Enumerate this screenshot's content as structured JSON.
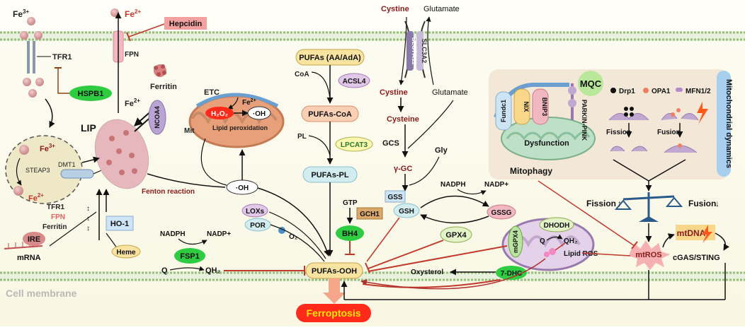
{
  "fe3": "Fe",
  "fe3_sup": "3+",
  "fe2_top": "Fe",
  "fe2_sup": "2+",
  "hepcidin": "Hepcidin",
  "fpn": "FPN",
  "tfr1": "TFR1",
  "hspb1": "HSPB1",
  "ferritin": "Ferritin",
  "fe2_ncoa": "Fe",
  "fe2_ncoa_sup": "2+",
  "ncoa4": "NCOA4",
  "lip": "LIP",
  "endo_fe3": "Fe",
  "endo_fe3_sup": "3+",
  "steap3": "STEAP3",
  "dmt1": "DMT1",
  "endo_fe2": "Fe",
  "endo_fe2_sup": "2+",
  "fenton": "Fenton reaction",
  "ire": "IRE",
  "mrna": "mRNA",
  "reg_tfr1": "TFR1",
  "reg_fpn": "FPN",
  "reg_ferritin": "Ferritin",
  "ho1": "HO-1",
  "heme": "Heme",
  "etc": "ETC",
  "mit": "Mit",
  "h2o2": "H₂O₂",
  "mit_fe2": "Fe",
  "mit_fe2_sup": "2+",
  "mit_oh": "·OH",
  "lipid_perox": "Lipid peroxidation",
  "oh_radical": "·OH",
  "pufas_aa": "PUFAs (AA/AdA)",
  "coa": "CoA",
  "acsl4": "ACSL4",
  "pufas_coa": "PUFAs-CoA",
  "pl": "PL",
  "lpcat3": "LPCAT3",
  "pufas_pl": "PUFAs-PL",
  "loxs": "LOXs",
  "por": "POR",
  "o2": "O₂",
  "nadph_left": "NADPH",
  "nadp_left": "NADP+",
  "fsp1": "FSP1",
  "q_left": "Q",
  "qh2_left": "QH₂",
  "pufas_ooh": "PUFAs-OOH",
  "ferroptosis": "Ferroptosis",
  "gtp": "GTP",
  "gch1": "GCH1",
  "bh4": "BH4",
  "cystine_top": "Cystine",
  "glutamate_top": "Glutamate",
  "slc7a11": "SLC7A11",
  "slc3a2": "SLC3A2",
  "cystine_in": "Cystine",
  "glutamate_in": "Glutamate",
  "cysteine": "Cysteine",
  "gcs": "GCS",
  "gly": "Gly",
  "ggc": "γ-GC",
  "gss": "GSS",
  "gsh": "GSH",
  "nadph_right": "NADPH",
  "nadp_right": "NADP+",
  "gssg": "GSSG",
  "gpx4": "GPX4",
  "mgpx4": "mGPX4",
  "dhodh": "DHODH",
  "q_right": "Q",
  "qh2_right": "QH₂",
  "lipid_ros": "Lipid ROS",
  "oxysterol": "Oxysterol",
  "dhc7": "7-DHC",
  "fundc1": "Fundc1",
  "nix": "NIX",
  "bnip3": "BNIP3",
  "parkin": "PARKIN-PINK",
  "dysfunction": "Dysfunction",
  "mitophagy": "Mitophagy",
  "mqc": "MQC",
  "legend_drp1": "Drp1",
  "legend_opa1": "OPA1",
  "legend_mfn": "MFN1/2",
  "fission_label": "Fission",
  "fusion_label": "Fusion",
  "mito_dynamics": "Mitochondrial dynamics",
  "balance_fission": "Fission",
  "balance_fusion": "Fusion",
  "mtdna": "mtDNA",
  "mtros": "mtROS",
  "cgas": "cGAS/STING",
  "cell_membrane": "Cell membrane",
  "colors": {
    "green": "#2ecc40",
    "pink_box": "#f2a0a0",
    "ferroptosis_red": "#ff2a1a",
    "inhibit_red": "#c0392b",
    "membrane": "#a8c98a",
    "dark_red_text": "#8b1a1a"
  }
}
